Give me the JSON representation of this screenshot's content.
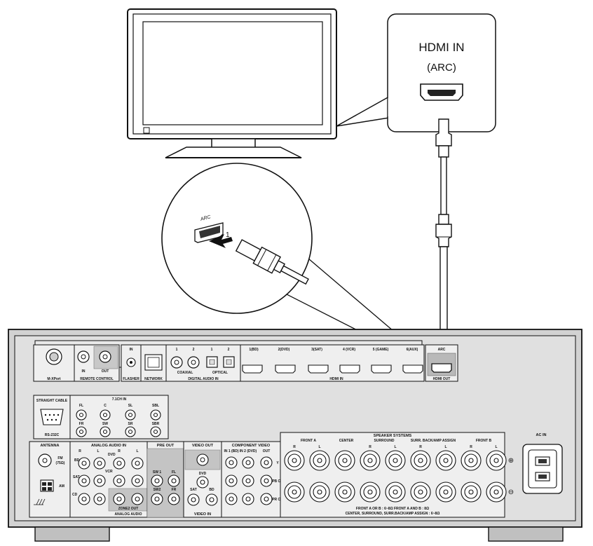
{
  "callout": {
    "line1": "HDMI IN",
    "line2": "(ARC)"
  },
  "zoom": {
    "arc_text": "ARC",
    "step_number": "1"
  },
  "panel": {
    "mxport": "M-XPort",
    "remote_in": "IN",
    "remote_out": "OUT",
    "remote_control": "REMOTE CONTROL",
    "flasher": "FLASHER",
    "flasher_in": "IN",
    "network": "NETWORK",
    "digital_audio_in": "DIGITAL AUDIO IN",
    "coaxial": "COAXIAL",
    "optical": "OPTICAL",
    "coax_nums": [
      "1",
      "2"
    ],
    "opt_nums": [
      "1",
      "2"
    ],
    "hdmi_in": "HDMI IN",
    "hdmi_inputs": [
      "1(BD)",
      "2(DVD)",
      "3(SAT)",
      "4 (VCR)",
      "5 (GAME)",
      "6(AUX)"
    ],
    "hdmi_out": "HDMI OUT",
    "arc_small": "ARC",
    "straight_cable": "STRAIGHT CABLE",
    "rs232c": "RS-232C",
    "ch71_in": "7.1CH IN",
    "ch71_top": [
      "FL",
      "C",
      "SL",
      "SBL"
    ],
    "ch71_bottom": [
      "FR",
      "SW",
      "SR",
      "SBR"
    ],
    "antenna": "ANTENNA",
    "fm": "FM",
    "fm_ohm": "(75Ω)",
    "am": "AM",
    "analog_audio_in": "ANALOG AUDIO IN",
    "analog_rl": [
      "R",
      "L",
      "R",
      "L"
    ],
    "analog_labels": [
      "CD",
      "SAT",
      "VCR",
      "DVD",
      "BD"
    ],
    "zone2_out": "ZONE2 OUT",
    "analog_audio": "ANALOG AUDIO",
    "pre_out": "PRE OUT",
    "pre_labels": [
      "SW 1",
      "FL",
      "SW2",
      "FR"
    ],
    "video_out": "VIDEO OUT",
    "video_in": "VIDEO IN",
    "video_in_labels": [
      "DVD",
      "SAT",
      "BD"
    ],
    "component_video": "COMPONENT VIDEO",
    "comp_heads": [
      "IN 1 (BD)",
      "IN 2 (DVD)",
      "OUT"
    ],
    "comp_side": [
      "Y",
      "PB CB",
      "PR CR"
    ],
    "speaker_systems": "SPEAKER SYSTEMS",
    "spk_groups": [
      "FRONT A",
      "CENTER",
      "SURROUND",
      "SURR. BACK/AMP ASSIGN",
      "FRONT B"
    ],
    "spk_rl": [
      "R",
      "L",
      "R",
      "L",
      "R",
      "L",
      "R",
      "L"
    ],
    "spk_note1": "FRONT A OR B : 6~8Ω    FRONT A AND B : 8Ω",
    "spk_note2": "CENTER, SURROUND, SURR.BACK/AMP ASSIGN : 6~8Ω",
    "ac_in": "AC IN"
  }
}
